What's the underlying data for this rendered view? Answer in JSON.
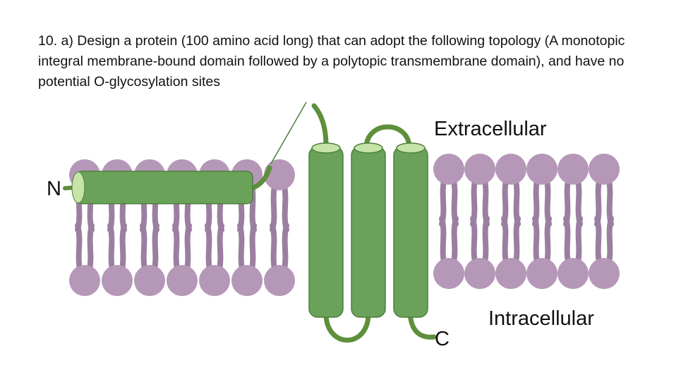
{
  "question": {
    "text": "10. a) Design a protein (100 amino acid long) that can adopt the following topology (A monotopic integral membrane-bound domain followed by a polytopic transmembrane domain), and have no potential O-glycosylation sites"
  },
  "labels": {
    "extracellular": "Extracellular",
    "intracellular": "Intracellular",
    "n_terminus": "N",
    "c_terminus": "C"
  },
  "colors": {
    "lipid_head": "#b597b8",
    "lipid_tail": "#9b7fa0",
    "helix_body": "#6aa25a",
    "helix_dark": "#4d7f3c",
    "helix_cap": "#c6e3a8",
    "loop": "#5e8f3c",
    "pointer_line": "#4d7f3c"
  }
}
